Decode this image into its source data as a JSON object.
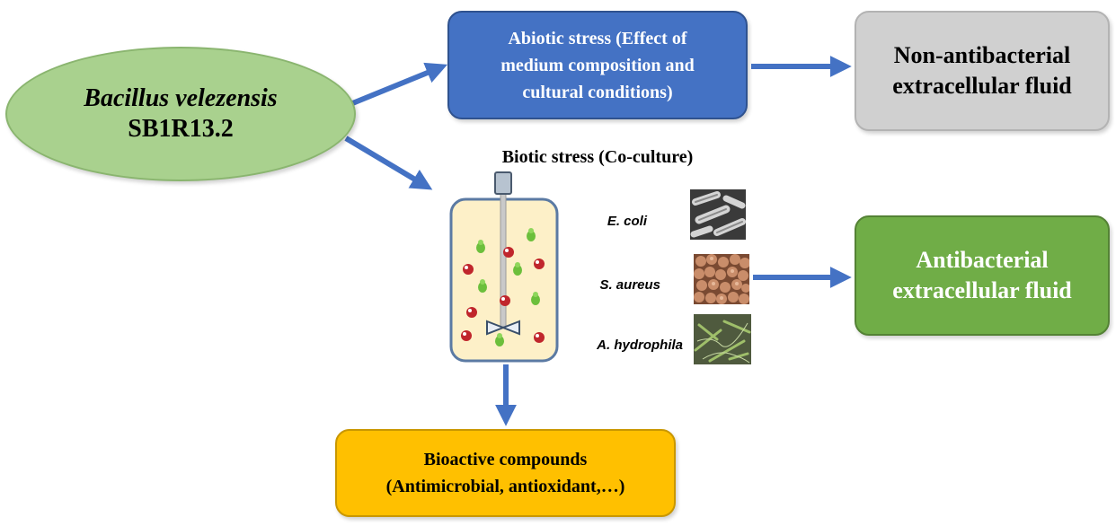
{
  "bacterium": {
    "genus_species": "Bacillus velezensis",
    "strain": "SB1R13.2"
  },
  "abiotic_stress": {
    "lines": [
      "Abiotic stress (Effect of",
      "medium composition and",
      "cultural conditions)"
    ]
  },
  "non_antibacterial": {
    "lines": [
      "Non-antibacterial",
      "extracellular fluid"
    ]
  },
  "biotic_stress": {
    "title": "Biotic stress (Co-culture)"
  },
  "organisms": {
    "ecoli": "E. coli",
    "saureus": "S. aureus",
    "ahydrophila": "A. hydrophila"
  },
  "antibacterial": {
    "lines": [
      "Antibacterial",
      "extracellular fluid"
    ]
  },
  "bioactive": {
    "lines": [
      "Bioactive compounds",
      "(Antimicrobial, antioxidant,…)"
    ]
  },
  "colors": {
    "ellipse_fill": "#a9d18e",
    "abiotic_fill": "#4472c4",
    "non_antibacterial_fill": "#d0d0d0",
    "antibacterial_fill": "#70ad47",
    "bioactive_fill": "#ffc000",
    "arrow": "#4472c4",
    "reactor_fill": "#fdf0c8",
    "green_cell": "#6cbf3c",
    "red_cell": "#c0262c"
  }
}
